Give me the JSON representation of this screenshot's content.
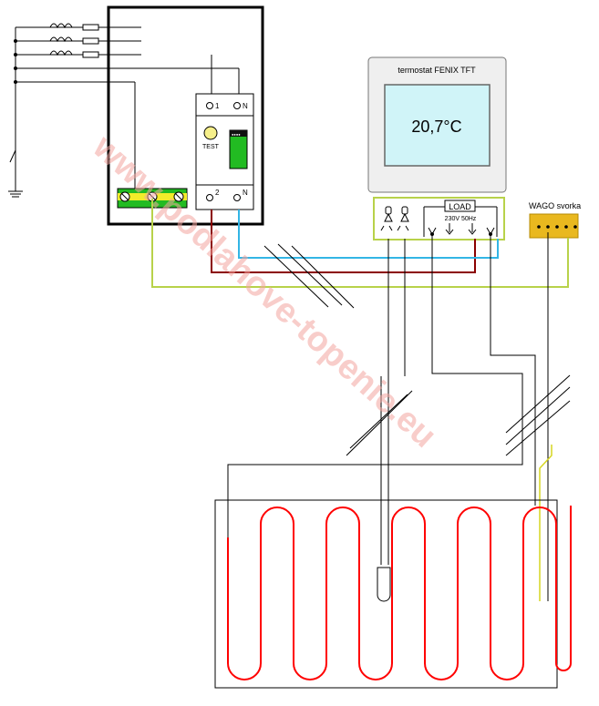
{
  "thermostat": {
    "title": "termostat FENIX TFT",
    "display": "20,7°C",
    "load_label": "LOAD",
    "supply_label": "230V 50Hz"
  },
  "breaker": {
    "test_label": "TEST",
    "terminal_top_1": "1",
    "terminal_top_n": "N",
    "terminal_bottom_2": "2",
    "terminal_bottom_n": "N"
  },
  "wago": {
    "label": "WAGO svorka"
  },
  "watermark": "www.podlahove-topenie.eu",
  "colors": {
    "phase": "#8b0000",
    "neutral": "#33b5e5",
    "earth": "#b8d24a",
    "heating_cable": "#ff0000",
    "screen": "#d0f4f8"
  }
}
